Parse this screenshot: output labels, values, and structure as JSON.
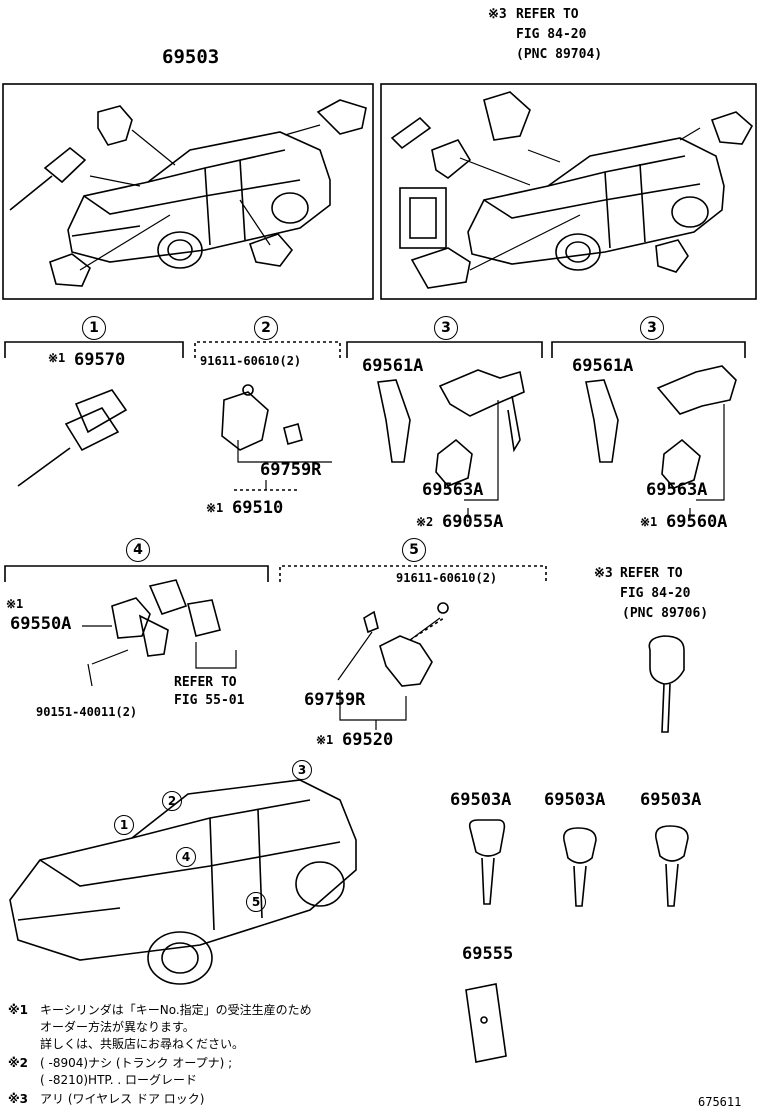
{
  "top_left": {
    "part": "69503"
  },
  "top_right": {
    "note_mark": "※3",
    "note_l1": "REFER TO",
    "note_l2": "FIG 84-20",
    "note_l3": "(PNC 89704)"
  },
  "sections": {
    "s1": {
      "num": "1",
      "mark": "※1",
      "part": "69570"
    },
    "s2": {
      "num": "2",
      "bolt": "91611-60610(2)",
      "part_a": "69759R",
      "mark": "※1",
      "part_b": "69510"
    },
    "s3a": {
      "num": "3",
      "part_a": "69561A",
      "part_b": "69563A",
      "mark": "※2",
      "part_c": "69055A"
    },
    "s3b": {
      "num": "3",
      "part_a": "69561A",
      "part_b": "69563A",
      "mark": "※1",
      "part_c": "69560A"
    },
    "s4": {
      "num": "4",
      "mark": "※1",
      "part_a": "69550A",
      "ref_l1": "REFER TO",
      "ref_l2": "FIG 55-01",
      "screw": "90151-40011(2)"
    },
    "s5": {
      "num": "5",
      "bolt": "91611-60610(2)",
      "part_a": "69759R",
      "mark": "※1",
      "part_b": "69520"
    },
    "s6": {
      "mark": "※3",
      "ref_l1": "REFER TO",
      "ref_l2": "FIG 84-20",
      "ref_l3": "(PNC 89706)"
    }
  },
  "keys": {
    "k1": "69503A",
    "k2": "69503A",
    "k3": "69503A",
    "plate": "69555"
  },
  "car_callouts": [
    "1",
    "2",
    "3",
    "4",
    "5"
  ],
  "notes": {
    "n1_mark": "※1",
    "n1_l1": "キーシリンダは「キーNo.指定」の受注生産のため",
    "n1_l2": "オーダー方法が異なります。",
    "n1_l3": "詳しくは、共販店にお尋ねください。",
    "n2_mark": "※2",
    "n2_l1": "(     -8904)ナシ (トランク  オープナ) ;",
    "n2_l2": "(     -8210)HTP. . ローグレード",
    "n3_mark": "※3",
    "n3_l1": "アリ (ワイヤレス  ドア  ロック)"
  },
  "diagram_id": "675611"
}
